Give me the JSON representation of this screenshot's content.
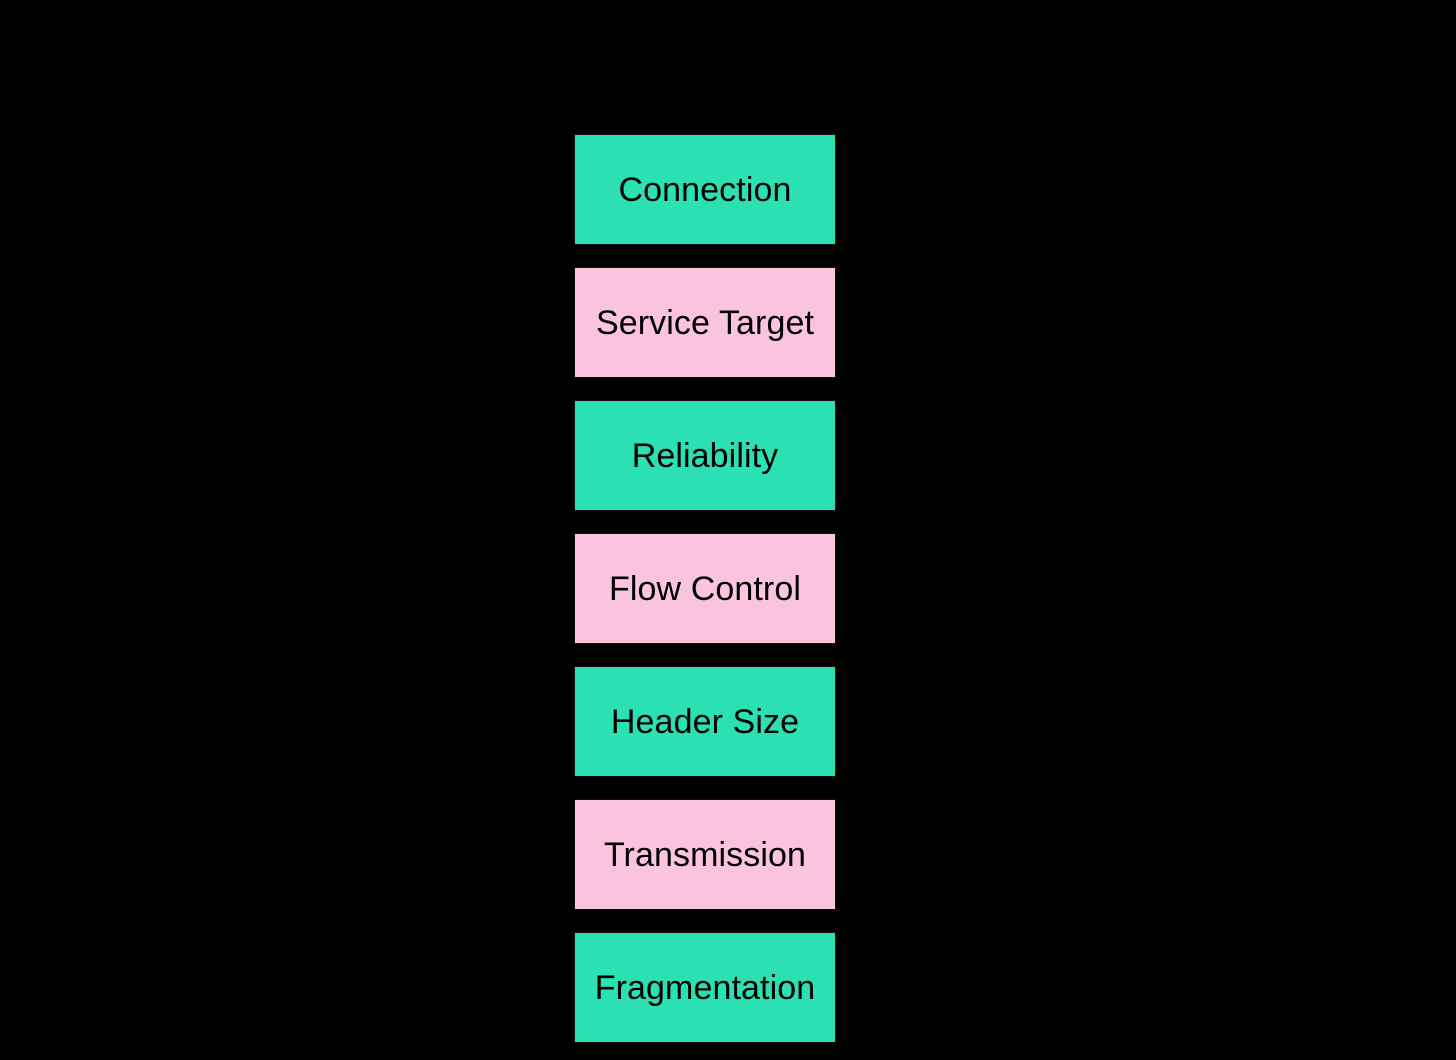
{
  "diagram": {
    "title": "",
    "background_color": "#000000",
    "orientation": "vertical-stack",
    "colors": {
      "green_fill": "#2BE0B2",
      "pink_fill": "#FAC4DE",
      "border": "#1A0A12",
      "text": "#000000",
      "background": "#000000"
    },
    "nodes": [
      {
        "id": "node-connection",
        "label": "Connection",
        "fill": "green"
      },
      {
        "id": "node-service-target",
        "label": "Service Target",
        "fill": "pink"
      },
      {
        "id": "node-reliability",
        "label": "Reliability",
        "fill": "green"
      },
      {
        "id": "node-flow-control",
        "label": "Flow Control",
        "fill": "pink"
      },
      {
        "id": "node-header-size",
        "label": "Header Size",
        "fill": "green"
      },
      {
        "id": "node-transmission",
        "label": "Transmission",
        "fill": "pink"
      },
      {
        "id": "node-fragmentation",
        "label": "Fragmentation",
        "fill": "green"
      }
    ]
  }
}
